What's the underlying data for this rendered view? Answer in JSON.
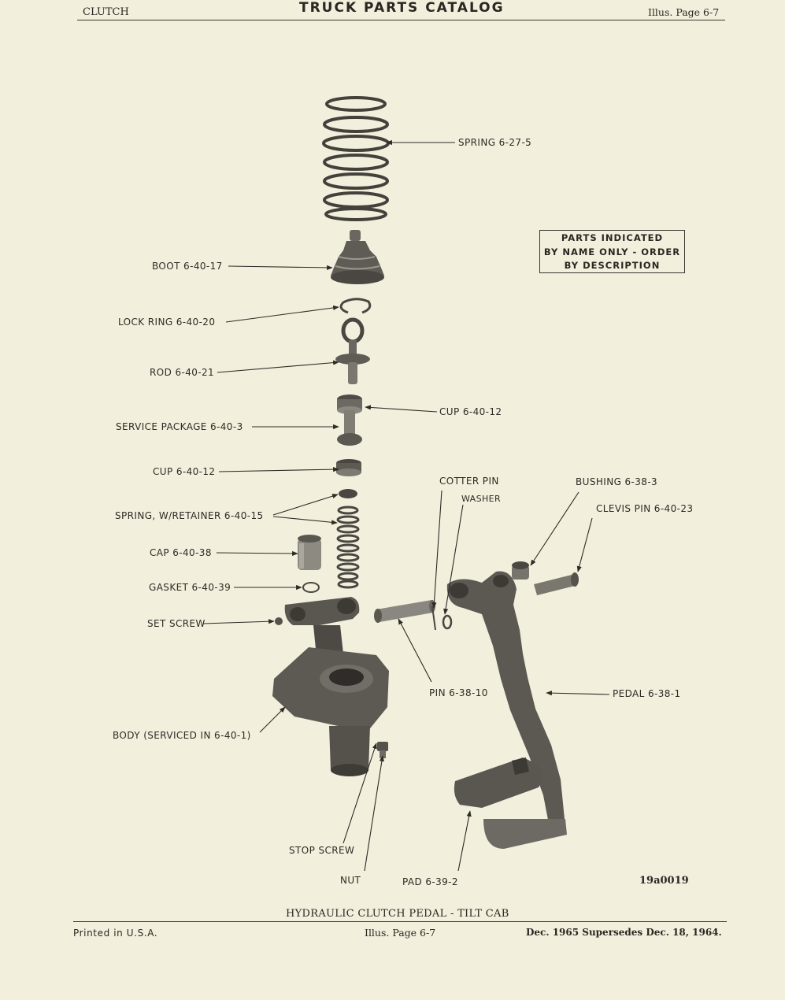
{
  "header": {
    "section": "CLUTCH",
    "title": "TRUCK PARTS CATALOG",
    "page_ref": "Illus. Page 6-7"
  },
  "note_box": {
    "lines": [
      "PARTS INDICATED",
      "BY NAME ONLY - ORDER",
      "BY DESCRIPTION"
    ]
  },
  "labels": {
    "spring": "SPRING 6-27-5",
    "boot": "BOOT 6-40-17",
    "lock_ring": "LOCK RING 6-40-20",
    "rod": "ROD 6-40-21",
    "cup_upper": "CUP 6-40-12",
    "service_package": "SERVICE PACKAGE 6-40-3",
    "cup_lower": "CUP 6-40-12",
    "spring_retainer": "SPRING, W/RETAINER 6-40-15",
    "cap": "CAP 6-40-38",
    "gasket": "GASKET 6-40-39",
    "set_screw": "SET SCREW",
    "body": "BODY (SERVICED IN 6-40-1)",
    "cotter_pin": "COTTER PIN",
    "washer": "WASHER",
    "bushing": "BUSHING 6-38-3",
    "clevis_pin": "CLEVIS PIN 6-40-23",
    "pin": "PIN 6-38-10",
    "pedal": "PEDAL 6-38-1",
    "stop_screw": "STOP SCREW",
    "nut": "NUT",
    "pad": "PAD 6-39-2"
  },
  "illustration_code": "19a0019",
  "caption": "HYDRAULIC CLUTCH PEDAL - TILT CAB",
  "footer": {
    "printed": "Printed in U.S.A.",
    "page_ref": "Illus. Page 6-7",
    "date": "Dec. 1965 Supersedes Dec. 18, 1964."
  },
  "colors": {
    "paper": "#f3efdd",
    "ink": "#2a2622",
    "part_dark": "#55524c",
    "part_mid": "#8a8780",
    "part_light": "#bcb9b0"
  }
}
